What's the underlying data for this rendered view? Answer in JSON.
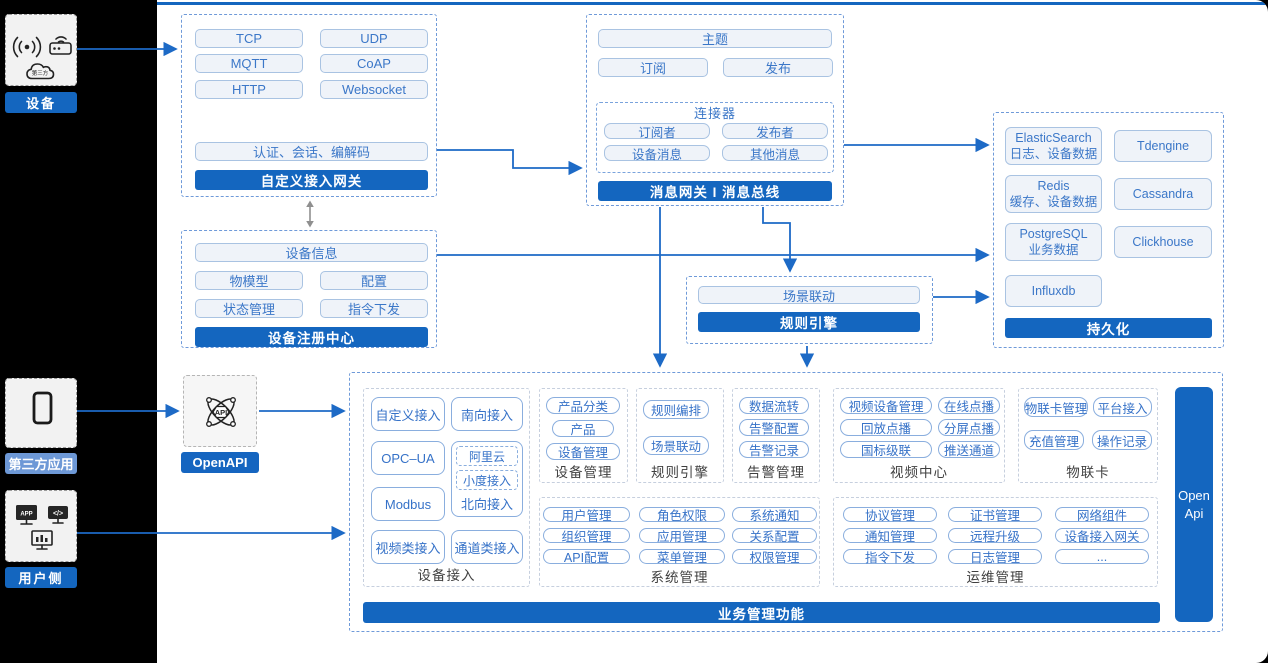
{
  "left_rail": {
    "devices_label": "设备",
    "third_party_label": "第三方应用",
    "user_side_label": "用户侧"
  },
  "icons": {
    "cloud_text": "第三方",
    "app_text": "APP",
    "code_text": "</>",
    "api_text": "API"
  },
  "gateway": {
    "protocols": [
      "TCP",
      "UDP",
      "MQTT",
      "CoAP",
      "HTTP",
      "Websocket"
    ],
    "auth_label": "认证、会话、编解码",
    "title": "自定义接入网关"
  },
  "message_bus": {
    "topic_label": "主题",
    "subscribe_label": "订阅",
    "publish_label": "发布",
    "connector_title": "连接器",
    "connector_items": [
      "订阅者",
      "发布者",
      "设备消息",
      "其他消息"
    ],
    "title": "消息网关 I 消息总线"
  },
  "registry": {
    "info_label": "设备信息",
    "items": [
      "物模型",
      "配置",
      "状态管理",
      "指令下发"
    ],
    "title": "设备注册中心"
  },
  "rule_engine": {
    "scene_label": "场景联动",
    "title": "规则引擎"
  },
  "persistence": {
    "stores": [
      {
        "name": "ElasticSearch",
        "desc": "日志、设备数据"
      },
      {
        "name": "Tdengine",
        "desc": ""
      },
      {
        "name": "Redis",
        "desc": "缓存、设备数据"
      },
      {
        "name": "Cassandra",
        "desc": ""
      },
      {
        "name": "PostgreSQL",
        "desc": "业务数据"
      },
      {
        "name": "Clickhouse",
        "desc": ""
      },
      {
        "name": "Influxdb",
        "desc": ""
      }
    ],
    "title": "持久化"
  },
  "openapi_label": "OpenAPI",
  "business": {
    "title": "业务管理功能",
    "open_api_bar": "Open Api",
    "device_access": {
      "title": "设备接入",
      "pills": [
        "自定义接入",
        "南向接入",
        "OPC–UA",
        "Modbus",
        "视频类接入",
        "通道类接入"
      ],
      "north_title": "北向接入",
      "north_items": [
        "阿里云",
        "小度接入"
      ]
    },
    "device_mgmt": {
      "title": "设备管理",
      "pills": [
        "产品分类",
        "产品",
        "设备管理"
      ]
    },
    "rule": {
      "title": "规则引擎",
      "pills": [
        "规则编排",
        "场景联动"
      ]
    },
    "alarm": {
      "title": "告警管理",
      "pills": [
        "数据流转",
        "告警配置",
        "告警记录"
      ]
    },
    "video": {
      "title": "视频中心",
      "pills": [
        "视频设备管理",
        "在线点播",
        "回放点播",
        "分屏点播",
        "国标级联",
        "推送通道"
      ]
    },
    "iot_card": {
      "title": "物联卡",
      "pills": [
        "物联卡管理",
        "平台接入",
        "充值管理",
        "操作记录"
      ]
    },
    "system": {
      "title": "系统管理",
      "pills": [
        "用户管理",
        "角色权限",
        "系统通知",
        "组织管理",
        "应用管理",
        "关系配置",
        "API配置",
        "菜单管理",
        "权限管理"
      ]
    },
    "ops": {
      "title": "运维管理",
      "pills": [
        "协议管理",
        "证书管理",
        "网络组件",
        "通知管理",
        "远程升级",
        "设备接入网关",
        "指令下发",
        "日志管理",
        "..."
      ]
    }
  }
}
